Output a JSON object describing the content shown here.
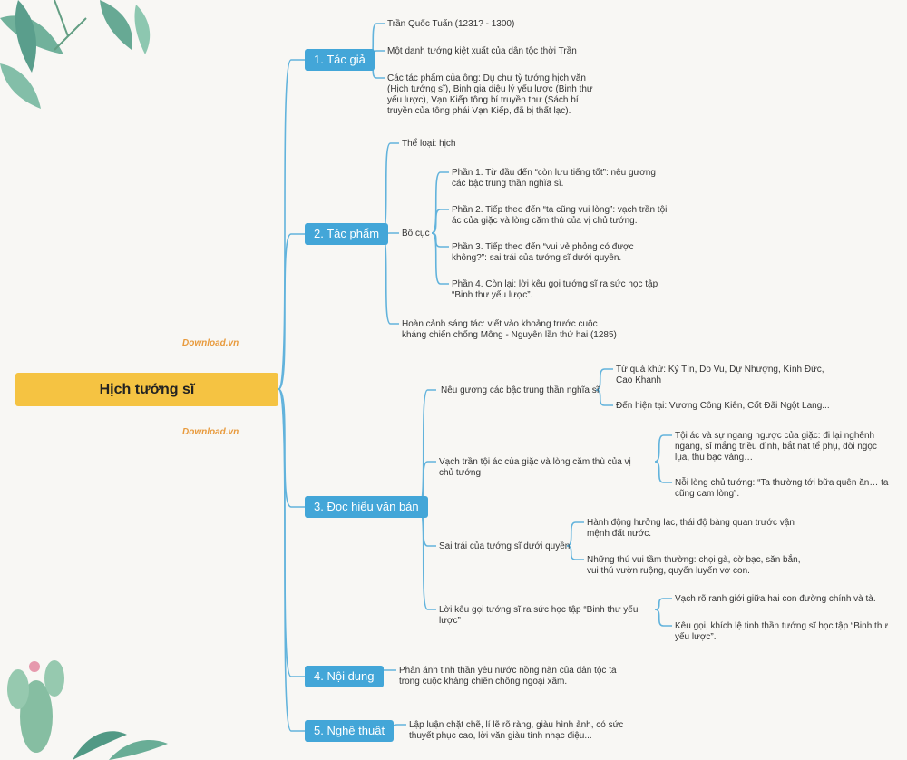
{
  "colors": {
    "root": "#f5c342",
    "branch": "#43a6d8",
    "line": "#62b3dc",
    "background": "#f8f7f4"
  },
  "watermark": {
    "brand": "Download",
    "tld": ".vn"
  },
  "root": {
    "label": "Hịch tướng sĩ"
  },
  "branches": [
    {
      "label": "1. Tác giả",
      "children": [
        "Trần Quốc Tuấn (1231? - 1300)",
        "Một danh tướng kiệt xuất của dân tộc thời Trần",
        "Các tác phẩm của ông: Dụ chư tỳ tướng hịch văn (Hịch tướng sĩ), Binh gia diệu lý yếu lược (Binh thư yếu lược), Vạn Kiếp tông bí truyền thư (Sách bí truyền của tông phái Vạn Kiếp, đã bị thất lạc)."
      ]
    },
    {
      "label": "2. Tác phẩm",
      "children": [
        "Thể loại: hịch",
        "Bố cục",
        "Hoàn cảnh sáng tác: viết vào khoảng trước cuộc kháng chiến chống Mông - Nguyên lần thứ hai (1285)"
      ],
      "bo_cuc": [
        "Phần 1. Từ đầu đến “còn lưu tiếng tốt”: nêu gương các bậc trung thần nghĩa sĩ.",
        "Phần 2. Tiếp theo đến “ta cũng vui lòng”: vạch trần tội ác của giặc và lòng căm thù của vị chủ tướng.",
        "Phần 3. Tiếp theo đến “vui vẻ phỏng có được không?”: sai trái của tướng sĩ dưới quyền.",
        "Phần 4. Còn lại: lời kêu gọi tướng sĩ ra sức học tập “Binh thư yếu lược”."
      ]
    },
    {
      "label": "3. Đọc hiểu văn bản",
      "children": [
        {
          "text": "Nêu gương các bậc trung thần nghĩa sĩ",
          "items": [
            "Từ quá khứ: Kỷ Tín, Do Vu, Dự Nhượng, Kính Đức, Cao Khanh",
            "Đến hiện tại: Vương Công Kiên, Cốt Đãi Ngột Lang..."
          ]
        },
        {
          "text": "Vạch trần tội ác của giặc và lòng căm thù của vị chủ tướng",
          "items": [
            "Tội ác và sự ngang ngược của giặc: đi lại nghênh ngang, sỉ mắng triều đình, bắt nạt tể phụ, đòi ngọc lụa, thu bạc vàng…",
            "Nỗi lòng chủ tướng: “Ta thường tới bữa quên ăn… ta cũng cam lòng”."
          ]
        },
        {
          "text": "Sai trái của tướng sĩ dưới quyền",
          "items": [
            "Hành động hưởng lạc, thái độ bàng quan trước vận mệnh đất nước.",
            "Những thú vui tầm thường: chọi gà, cờ bạc, săn bắn, vui thú vườn ruộng, quyến luyến vợ con."
          ]
        },
        {
          "text": "Lời kêu gọi tướng sĩ ra sức học tập “Binh thư yếu lược”",
          "items": [
            "Vạch rõ ranh giới giữa hai con đường chính và tà.",
            "Kêu gọi, khích lệ tinh thần tướng sĩ học tập “Binh thư yếu lược”."
          ]
        }
      ]
    },
    {
      "label": "4. Nội dung",
      "children": [
        "Phản ánh tinh thần yêu nước nồng nàn của dân tộc ta trong cuộc kháng chiến chống ngoại xâm."
      ]
    },
    {
      "label": "5. Nghệ thuật",
      "children": [
        "Lập luận chặt chẽ, lí lẽ rõ ràng, giàu hình ảnh, có sức thuyết phục cao, lời văn giàu tính nhạc điệu..."
      ]
    }
  ]
}
